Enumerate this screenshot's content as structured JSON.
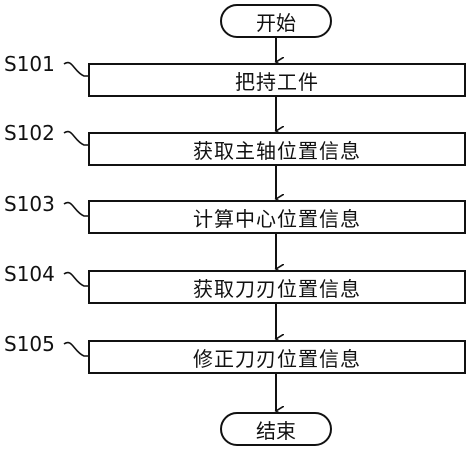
{
  "flowchart": {
    "start": "开始",
    "end": "结束",
    "steps": [
      {
        "id": "S101",
        "text": "把持工件"
      },
      {
        "id": "S102",
        "text": "获取主轴位置信息"
      },
      {
        "id": "S103",
        "text": "计算中心位置信息"
      },
      {
        "id": "S104",
        "text": "获取刀刃位置信息"
      },
      {
        "id": "S105",
        "text": "修正刀刃位置信息"
      }
    ]
  }
}
